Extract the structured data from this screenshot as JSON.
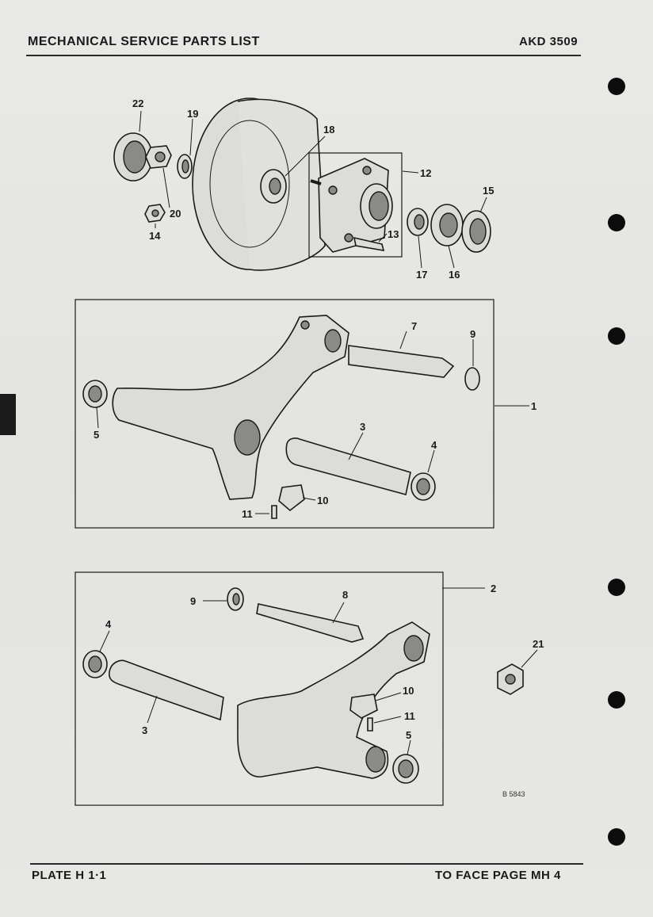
{
  "header": {
    "title": "MECHANICAL SERVICE PARTS LIST",
    "code": "AKD 3509"
  },
  "footer": {
    "plate": "PLATE H 1·1",
    "facing": "TO FACE PAGE MH 4"
  },
  "drawing_ref": "B 5843",
  "labels": {
    "p1": "1",
    "p2": "2",
    "p3a": "3",
    "p3b": "3",
    "p4a": "4",
    "p4b": "4",
    "p5a": "5",
    "p5b": "5",
    "p7": "7",
    "p8": "8",
    "p9a": "9",
    "p9b": "9",
    "p10a": "10",
    "p10b": "10",
    "p11a": "11",
    "p11b": "11",
    "p12": "12",
    "p13": "13",
    "p14": "14",
    "p15": "15",
    "p16": "16",
    "p17": "17",
    "p18": "18",
    "p19": "19",
    "p20": "20",
    "p21": "21",
    "p22": "22"
  }
}
